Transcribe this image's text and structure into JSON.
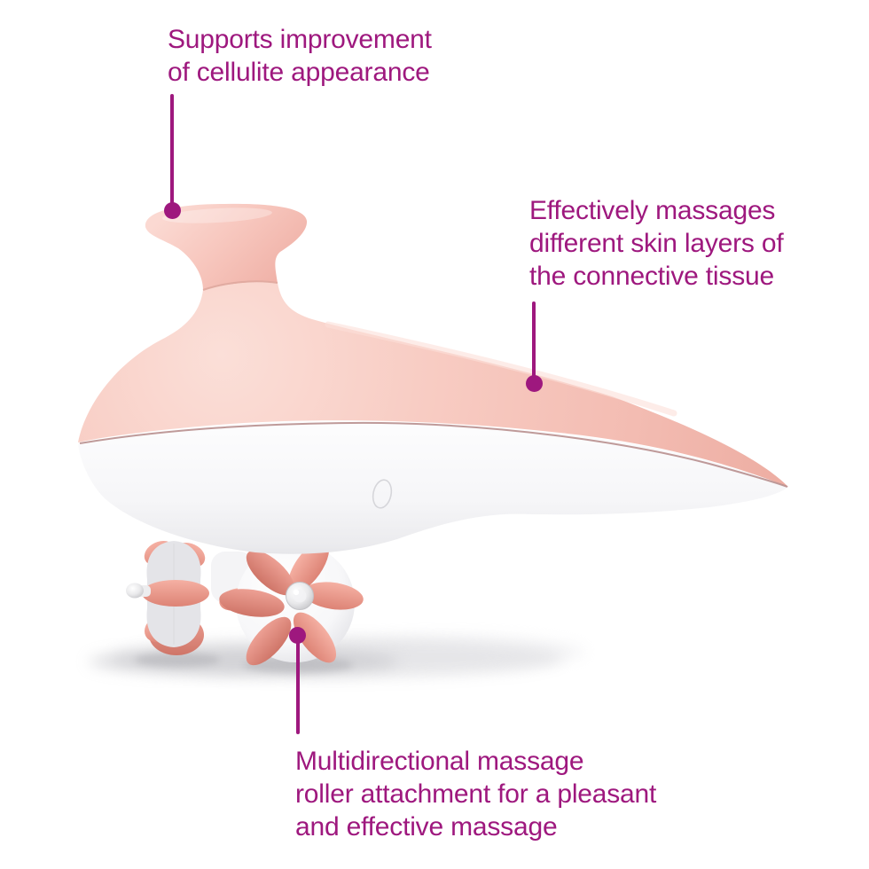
{
  "page": {
    "type": "product-annotation-infographic",
    "subject": "Handheld anti-cellulite massage device with multidirectional rollers",
    "background": "#ffffff"
  },
  "colors": {
    "accent": "#9e187e",
    "device_pink": "#f6c4bb",
    "device_white": "#f5f5f7",
    "roller_pink": "#eb9c8f"
  },
  "annotations": [
    {
      "target": "knob-handle",
      "text": "Supports improvement\nof cellulite appearance"
    },
    {
      "target": "device-body",
      "text": "Effectively massages\ndifferent skin layers of\nthe connective tissue"
    },
    {
      "target": "roller-attachment",
      "text": "Multidirectional massage\nroller attachment for a pleasant\nand effective massage"
    }
  ]
}
